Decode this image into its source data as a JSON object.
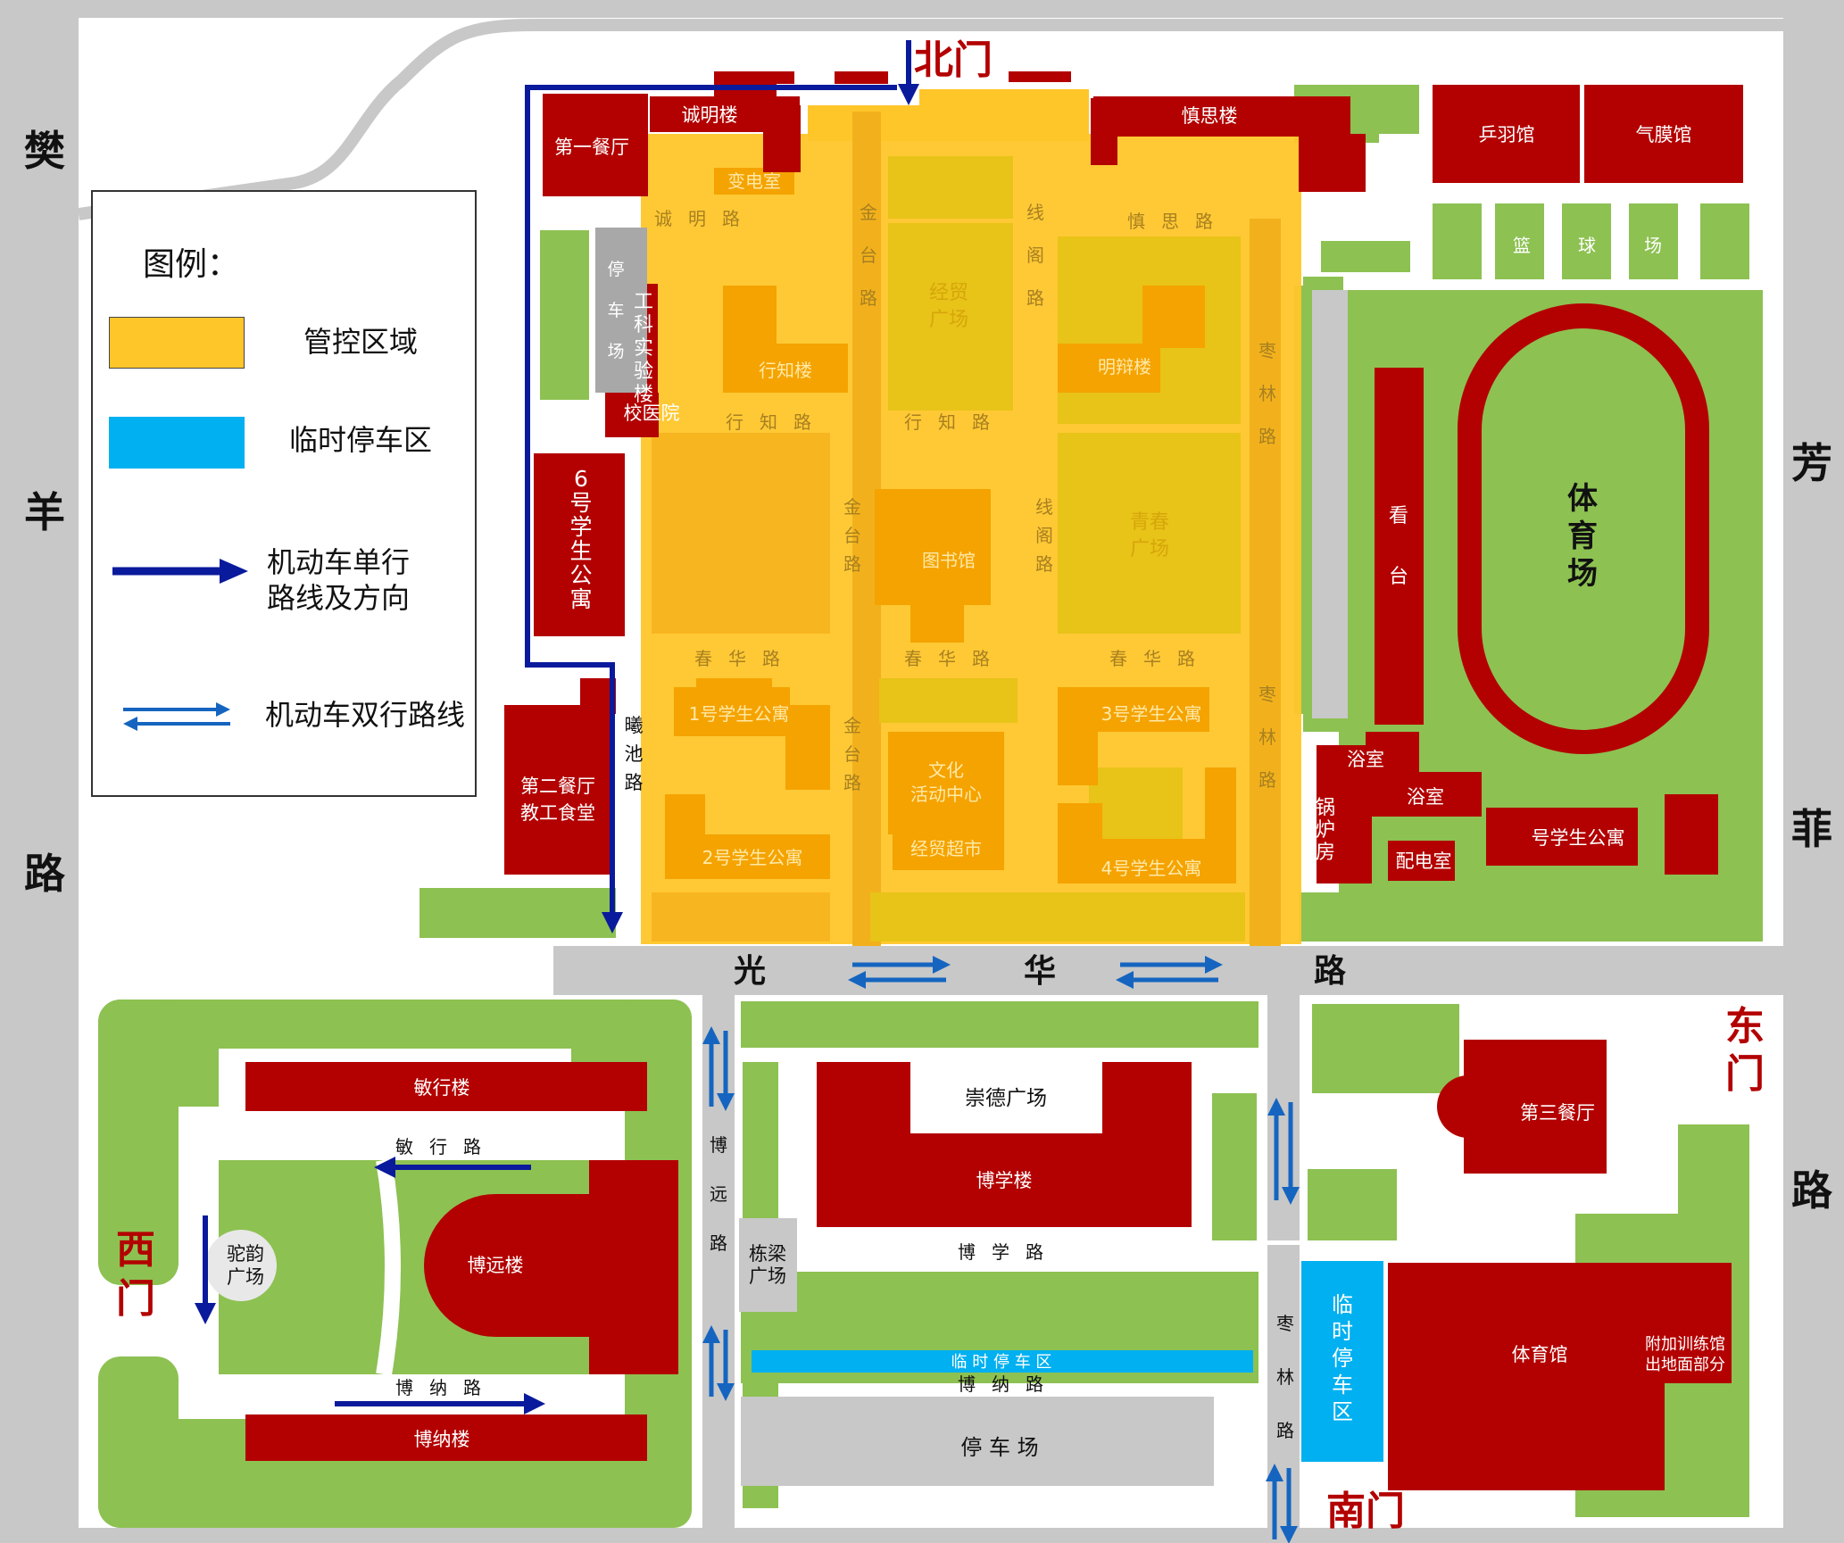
{
  "colors": {
    "building": "#b30000",
    "green": "#8dc152",
    "road": "#c8c8c8",
    "control_zone": "#ffc62a",
    "temp_parking": "#00b0f0",
    "one_way_arrow": "#0a1a9c",
    "two_way_arrow": "#1565c0",
    "label_red": "#b30000"
  },
  "outer_roads": {
    "left": "樊羊路",
    "right": "芳菲路"
  },
  "gates": {
    "north": "北门",
    "east": "东门",
    "west": "西门",
    "south": "南门"
  },
  "legend": {
    "title": "图例：",
    "items": [
      {
        "label": "管控区域",
        "icon": "yellow-box"
      },
      {
        "label": "临时停车区",
        "icon": "cyan-box"
      },
      {
        "label": "机动车单行路线及方向",
        "icon": "one-way-arrow"
      },
      {
        "label": "机动车双行路线",
        "icon": "two-way-arrows"
      }
    ]
  },
  "north_campus": {
    "buildings": {
      "cafeteria1": "第一餐厅",
      "chengming": "诚明楼",
      "shensi": "慎思楼",
      "substation": "变电室",
      "xingzhi": "行知楼",
      "mingbian": "明辩楼",
      "engineering_lab": "工科实验楼",
      "clinic": "校医院",
      "dorm6": "6号学生公寓",
      "cafeteria2_line1": "第二餐厅",
      "cafeteria2_line2": "教工食堂",
      "library": "图书馆",
      "dorm1": "1号学生公寓",
      "dorm2": "2号学生公寓",
      "dorm3": "3号学生公寓",
      "dorm4": "4号学生公寓",
      "culture_center_line1": "文化",
      "culture_center_line2": "活动中心",
      "supermarket": "经贸超市",
      "badminton": "乒羽馆",
      "air_dome": "气膜馆",
      "stand": "看台",
      "bath1": "浴室",
      "bath2": "浴室",
      "boiler": "锅炉房",
      "power_room": "配电室",
      "dorm_east": "号学生公寓"
    },
    "areas": {
      "parking": "停车场",
      "jingmao_plaza_line1": "经贸",
      "jingmao_plaza_line2": "广场",
      "qingchun_plaza_line1": "青春",
      "qingchun_plaza_line2": "广场",
      "stadium": "体育场",
      "basketball": [
        "篮",
        "球",
        "场"
      ]
    },
    "roads": {
      "chengming_road": "诚明路",
      "shensi_road": "慎思路",
      "jintai_road": "金台路",
      "xiange_road": "线阁路",
      "zaolin_road": "枣林路",
      "xingzhi_road": "行知路",
      "chunhua_road": "春华路",
      "xichi_road": "曦池路"
    }
  },
  "guanghua_road": [
    "光",
    "华",
    "路"
  ],
  "south_campus": {
    "buildings": {
      "minxing": "敏行楼",
      "boyuan": "博远楼",
      "bona": "博纳楼",
      "boxue": "博学楼",
      "cafeteria3": "第三餐厅",
      "gym": "体育馆",
      "training_hall_line1": "附加训练馆",
      "training_hall_line2": "出地面部分"
    },
    "areas": {
      "tuoyun_line1": "驼韵",
      "tuoyun_line2": "广场",
      "chongde": "崇德广场",
      "dongliang_line1": "栋梁",
      "dongliang_line2": "广场",
      "parking": "停 车 场",
      "temp_parking_strip": "临 时 停 车 区",
      "temp_parking_right": "临时停车区"
    },
    "roads": {
      "minxing_road": "敏行路",
      "bona_road_left": "博纳路",
      "boyuan_road": "博远路",
      "boxue_road": "博学路",
      "bona_road_mid": "博纳路",
      "zaolin_road": "枣林路"
    }
  }
}
